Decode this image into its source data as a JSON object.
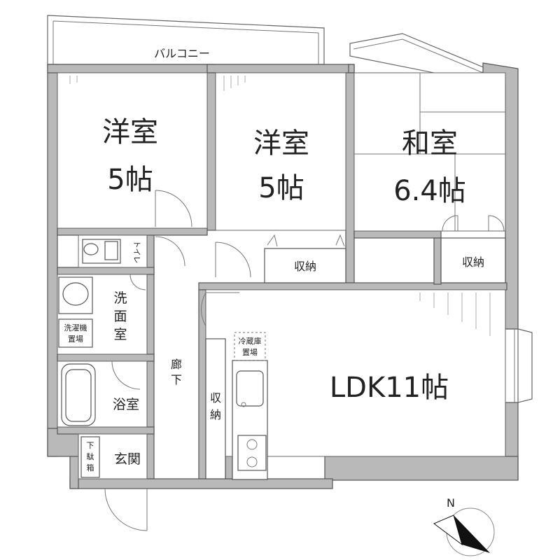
{
  "rooms": {
    "balcony": "バルコニー",
    "western1_name": "洋室",
    "western1_size": "5帖",
    "western2_name": "洋室",
    "western2_size": "5帖",
    "japanese_name": "和室",
    "japanese_size": "6.4帖",
    "storage_w2": "収納",
    "storage_j": "収納",
    "toilet": "トイレ",
    "washroom": [
      "洗",
      "面",
      "室"
    ],
    "washer": [
      "洗濯機",
      "置場"
    ],
    "fridge": [
      "冷蔵庫",
      "置場"
    ],
    "hallway": [
      "廊",
      "下"
    ],
    "storage_hall": [
      "収",
      "納"
    ],
    "bath": "浴室",
    "shoebox": [
      "下",
      "駄",
      "箱"
    ],
    "entrance": "玄関",
    "ldk": "LDK11帖"
  },
  "compass": {
    "north_label": "N"
  }
}
